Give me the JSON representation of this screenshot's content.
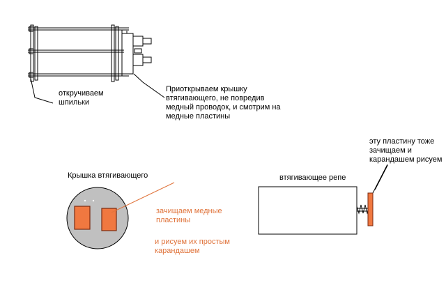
{
  "labels": {
    "unscrew_studs": "откручиваем\nшпильки",
    "open_cover": "Приоткрываем крышку\nвтягивающего, не повредив\nмедный проводок, и смотрим на\nмедные пластины",
    "cover_title": "Крышка втягивающего",
    "clean_plates": "зачищаем медные\nпластины",
    "draw_pencil": "и рисуем их простым\nкарандашем",
    "solenoid_title": "втягивающее репе",
    "plate_too": "эту пластину тоже\nзачищаем и\nкарандашем рисуем"
  },
  "colors": {
    "line": "#000000",
    "disk_fill": "#c0c0c0",
    "plate_fill": "#f07840",
    "plate_stroke": "#7a2a10",
    "annotation_orange": "#e0743c"
  }
}
